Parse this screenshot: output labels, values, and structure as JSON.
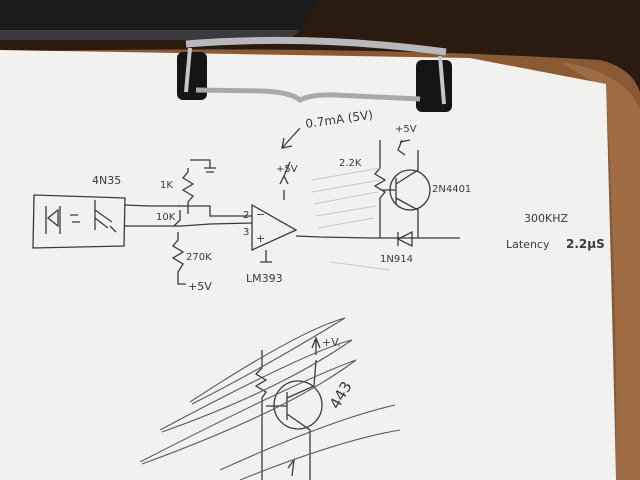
{
  "photo": {
    "subject": "clipboard with hand-drawn schematic",
    "colors": {
      "desk": "#2a1a10",
      "board": "#8a5a35",
      "paper": "#f1f1ef",
      "ink": "#3a3a3a",
      "clip_metal": "#b8b8bc",
      "clip_plastic": "#151515"
    }
  },
  "annotations": {
    "optocoupler": "4N35",
    "r_1k": "1K",
    "r_10k": "10K",
    "r_270k": "270K",
    "plus5v_bottom": "+5V",
    "pin_2": "2",
    "pin_3": "3",
    "minus": "−",
    "plus": "+",
    "comparator_supply": "+5V",
    "comparator": "LM393",
    "current_note": "0.7mA (5V)",
    "r_2k2": "2.2K",
    "transistor_supply": "+5V",
    "transistor": "2N4401",
    "diode": "1N914",
    "frequency": "300KHZ",
    "latency_label": "Latency",
    "latency_value": "2.2μS",
    "lower_supply": "+V.",
    "lower_note": "443"
  }
}
